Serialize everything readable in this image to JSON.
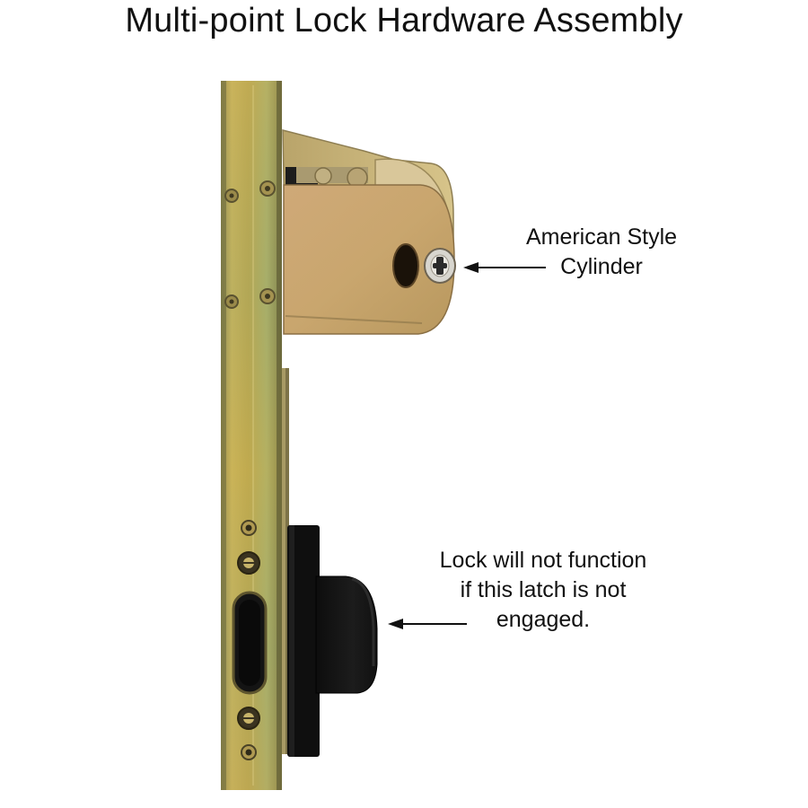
{
  "title": "Multi-point Lock Hardware Assembly",
  "callouts": {
    "cylinder": {
      "line1": "American Style",
      "line2": "Cylinder"
    },
    "latch": {
      "line1": "Lock will not function",
      "line2": "if this latch is not",
      "line3": "engaged."
    }
  },
  "colors": {
    "faceplate": "#b8a24a",
    "lock_body": "#c7a56c",
    "latch": "#141414",
    "text": "#111111"
  }
}
